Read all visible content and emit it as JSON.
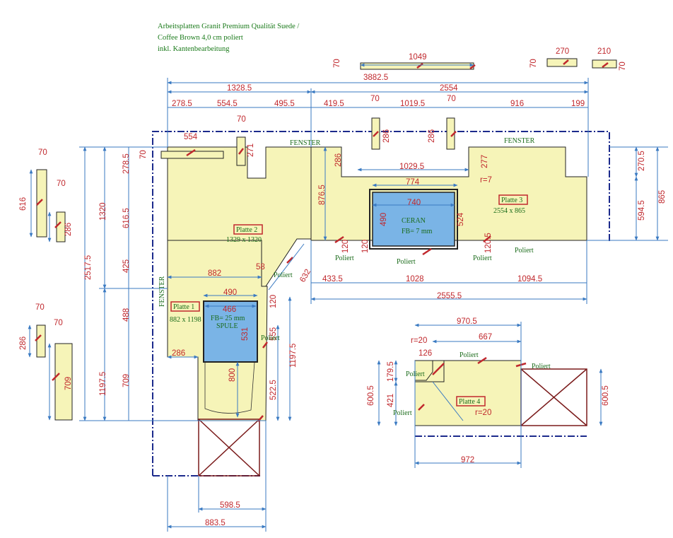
{
  "header": {
    "line1": "Arbeitsplatten Granit Premium Qualität Suede /",
    "line2": "Coffee Brown 4,0 cm poliert",
    "line3": "inkl. Kantenbearbeitung"
  },
  "labels": {
    "fenster": "FENSTER",
    "poliert": "Poliert",
    "ceran": "CERAN",
    "ceran_fb": "FB= 7 mm",
    "spule": "SPULE",
    "spule_fb": "FB= 25 mm",
    "r7": "r=7",
    "r20": "r=20"
  },
  "plates": {
    "p1_name": "Platte 1",
    "p1_size": "882 x 1198",
    "p2_name": "Platte 2",
    "p2_size": "1329 x 1320",
    "p3_name": "Platte 3",
    "p3_size": "2554 x 865",
    "p4_name": "Platte 4"
  },
  "dims": {
    "d70": "70",
    "d1049": "1049",
    "d270": "270",
    "d210": "210",
    "d3882": "3882.5",
    "d1328": "1328.5",
    "d2554": "2554",
    "d278": "278.5",
    "d554_5": "554.5",
    "d495": "495.5",
    "d419": "419.5",
    "d1019": "1019.5",
    "d916": "916",
    "d199": "199",
    "d554": "554",
    "d271": "271",
    "d286": "286",
    "d1029": "1029.5",
    "d774": "774",
    "d740": "740",
    "d490": "490",
    "d524": "524",
    "d277": "277",
    "d270_5": "270.5",
    "d594": "594.5",
    "d865": "865",
    "d876": "876.5",
    "d120": "120",
    "d120_5": "120.5",
    "d616": "616",
    "d616_5": "616.5",
    "d1320": "1320",
    "d2517": "2517.5",
    "d425": "425",
    "d488": "488",
    "d709": "709",
    "d1197": "1197.5",
    "d882": "882",
    "d58": "58",
    "d632": "632",
    "d433": "433.5",
    "d1028": "1028",
    "d1094": "1094.5",
    "d2555": "2555.5",
    "d466": "466",
    "d531": "531",
    "d555": "555",
    "d800": "800",
    "d522": "522.5",
    "d598": "598.5",
    "d883": "883.5",
    "d970": "970.5",
    "d667": "667",
    "d126": "126",
    "d179": "179.5",
    "d421": "421",
    "d600": "600.5",
    "d972": "972"
  },
  "colors": {
    "plate": "#f6f4b8",
    "dim": "#c0282d",
    "dimline": "#3a7ac2",
    "outline": "#222222",
    "wall": "#1c2a8c",
    "label_green": "#1a6b1a",
    "sink": "#7ab4e6"
  }
}
